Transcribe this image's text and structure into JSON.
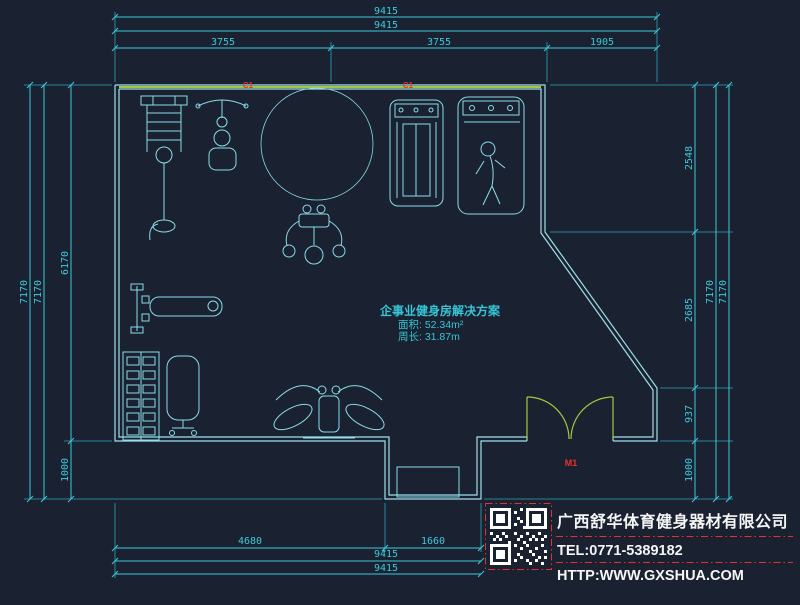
{
  "colors": {
    "background": "#1a2231",
    "dimension_cyan": "#3ec8da",
    "wall_cyan": "#9fdfeb",
    "equipment_cyan": "#8adcea",
    "window_green": "#a8c63c",
    "tag_red": "#e8312a",
    "text_white": "#f5f5f5"
  },
  "dimensions": {
    "top": {
      "total_1": "9415",
      "total_2": "9415",
      "segment_1": "3755",
      "segment_2": "3755",
      "segment_3": "1905"
    },
    "left": {
      "total_1": "7170",
      "total_2": "7170",
      "wall": "6170",
      "bay": "1000"
    },
    "right": {
      "segment_1": "2548",
      "segment_2": "2685",
      "segment_3": "937",
      "segment_4": "1000",
      "total_1": "7170",
      "total_2": "7170"
    },
    "bottom": {
      "segment_1": "4680",
      "segment_2": "1660",
      "total_1": "9415",
      "total_2": "9415"
    }
  },
  "plan": {
    "title": "企事业健身房解决方案",
    "area": "面积: 52.34m²",
    "perimeter": "周长: 31.87m",
    "window_tag_1": "C1",
    "window_tag_2": "C1",
    "door_tag": "M1"
  },
  "company": {
    "name": "广西舒华体育健身器材有限公司",
    "tel": "TEL:0771-5389182",
    "website": "HTTP:WWW.GXSHUA.COM"
  }
}
